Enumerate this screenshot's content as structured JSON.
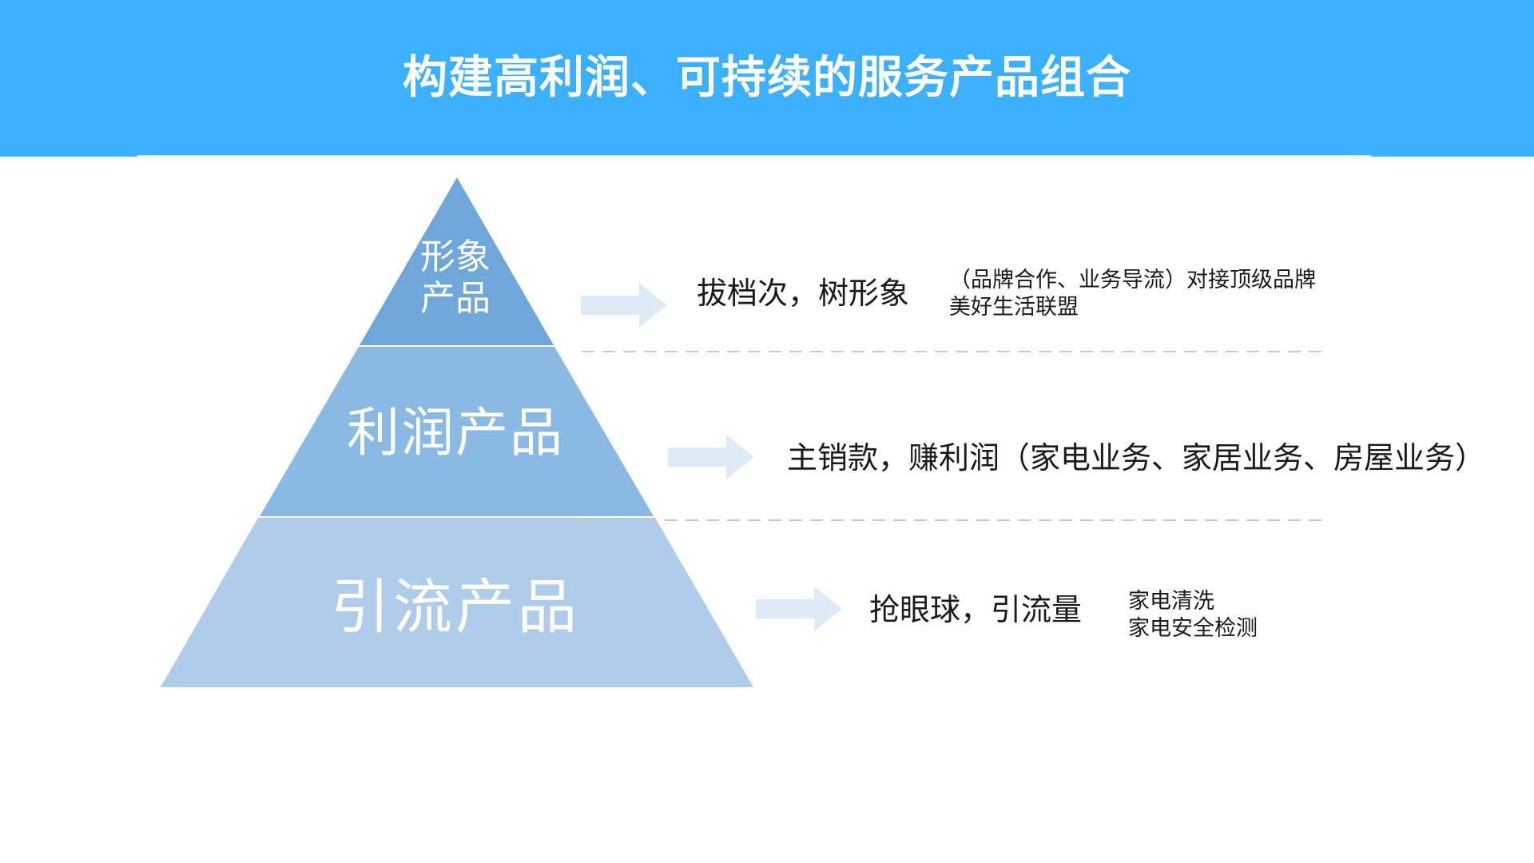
{
  "header": {
    "title": "构建高利润、可持续的服务产品组合",
    "background_color": "#3bb0ff"
  },
  "pyramid": {
    "tiers": [
      {
        "id": "top",
        "label_line1": "形象",
        "label_line2": "产品",
        "color": "#6fa7da",
        "headline": "拔档次，树形象",
        "detail_line1": "（品牌合作、业务导流）对接顶级品牌",
        "detail_line2": "美好生活联盟"
      },
      {
        "id": "middle",
        "label": "利润产品",
        "color": "#8ab9e3",
        "headline": "主销款，赚利润",
        "detail": "（家电业务、家居业务、房屋业务）"
      },
      {
        "id": "bottom",
        "label": "引流产品",
        "color": "#afcdea",
        "headline": "抢眼球，引流量",
        "detail_line1": "家电清洗",
        "detail_line2": "家电安全检测"
      }
    ],
    "arrow_color": "#deebf7",
    "divider_color": "#c8c8c8"
  }
}
